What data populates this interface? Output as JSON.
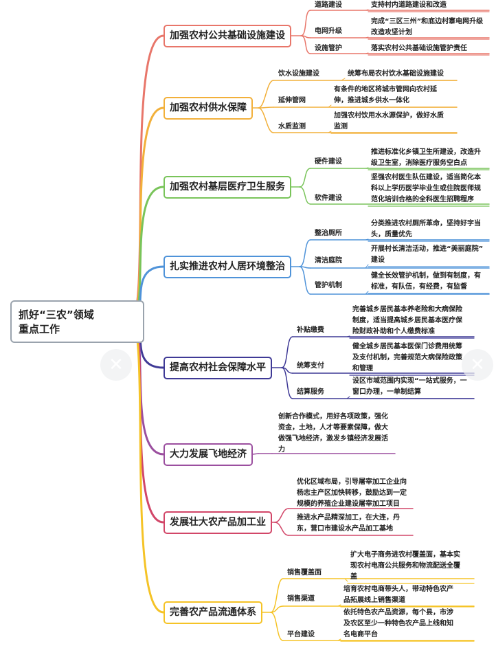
{
  "root": {
    "line1": "抓好“三农”领域",
    "line2": "重点工作"
  },
  "branches": [
    {
      "label": "加强农村公共基础设施建设",
      "color": "#e8766a",
      "subs": [
        {
          "label": "道路建设",
          "leaf": [
            "支持村内道路建设和改造"
          ]
        },
        {
          "label": "电网升级",
          "leaf": [
            "完成“三区三州”和底边村寨电网升级",
            "改造攻坚计划"
          ]
        },
        {
          "label": "设施管护",
          "leaf": [
            "落实农村公共基础设施管护责任"
          ]
        }
      ]
    },
    {
      "label": "加强农村供水保障",
      "color": "#f2b03a",
      "subs": [
        {
          "label": "饮水设施建设",
          "leaf": [
            "统筹布局农村饮水基础设施建设"
          ]
        },
        {
          "label": "延伸管网",
          "leaf": [
            "有条件的地区将城市管网向农村延",
            "伸，推进城乡供水一体化"
          ]
        },
        {
          "label": "水质监测",
          "leaf": [
            "加强农村饮用水水源保护，做好水质",
            "监测"
          ]
        }
      ]
    },
    {
      "label": "加强农村基层医疗卫生服务",
      "color": "#79c45a",
      "subs": [
        {
          "label": "硬件建设",
          "leaf": [
            "推进标准化乡镇卫生所建设，改造升",
            "级卫生室，消除医疗服务空白点"
          ]
        },
        {
          "label": "软件建设",
          "leaf": [
            "坚强农村医生队伍建设，适当简化本",
            "科以上学历医学毕业生或住院医师规",
            "范化培训合格的全科医生招聘程序"
          ]
        }
      ]
    },
    {
      "label": "扎实推进农村人居环境整治",
      "color": "#4f93d9",
      "subs": [
        {
          "label": "整治厕所",
          "leaf": [
            "分类推进农村厕所革命，坚持好字当",
            "头，质量优先"
          ]
        },
        {
          "label": "清洁庭院",
          "leaf": [
            "开展村长清洁活动，推进“美丽庭院”",
            "建设"
          ]
        },
        {
          "label": "管护机制",
          "leaf": [
            "健全长效管护机制，做到有制度，有",
            "标准，有队伍，有经费，有监督"
          ]
        }
      ]
    },
    {
      "label": "提高农村社会保障水平",
      "color": "#3f3a96",
      "subs": [
        {
          "label": "补贴缴费",
          "leaf": [
            "完善城乡居民基本养老险和大病保险",
            "制度，适当提高城乡居民基本医疗保",
            "险财政补助和个人缴费标准"
          ]
        },
        {
          "label": "统筹支付",
          "leaf": [
            "健全城乡居民基本医保门诊费用统筹",
            "及支付机制，完善规范大病保险政策",
            "和管理"
          ]
        },
        {
          "label": "结算服务",
          "leaf": [
            "设区市域范围内实现“一站式服务，一",
            "窗口办理，一单制结算"
          ]
        }
      ]
    },
    {
      "label": "大力发展飞地经济",
      "color": "#9b4f9f",
      "subs": [
        {
          "label": "",
          "leaf": [
            "创新合作模式，用好各项政策，强化",
            "资金，土地，人才等要素保障，做大",
            "做强飞地经济，激发乡镇经济发展活",
            "力"
          ]
        }
      ]
    },
    {
      "label": "发展壮大农产品加工业",
      "color": "#d24668",
      "subs": [
        {
          "label": "",
          "leaf": [
            "优化区域布局，引导屠宰加工企业向",
            "杨志主产区加快转移，鼓励达到一定",
            "规模的养殖企业建设屠宰加工项目"
          ]
        },
        {
          "label": "",
          "leaf": [
            "推进水产品精深加工，在大连，丹",
            "东，营口市建设水产品加工基地"
          ]
        }
      ]
    },
    {
      "label": "完善农产品流通体系",
      "color": "#f5c326",
      "subs": [
        {
          "label": "销售覆盖面",
          "leaf": [
            "扩大电子商务进农村覆盖面，基本实",
            "现农村电商公共服务和物流配送全覆",
            "盖"
          ]
        },
        {
          "label": "销售渠道",
          "leaf": [
            "培育农村电商带头人，带动特色农产",
            "品拓展线上销售渠道"
          ]
        },
        {
          "label": "平台建设",
          "leaf": [
            "依托特色农产品资源，每个县，市涉",
            "及农区至少一种特色农产品上线和知",
            "名电商平台"
          ]
        }
      ]
    }
  ]
}
